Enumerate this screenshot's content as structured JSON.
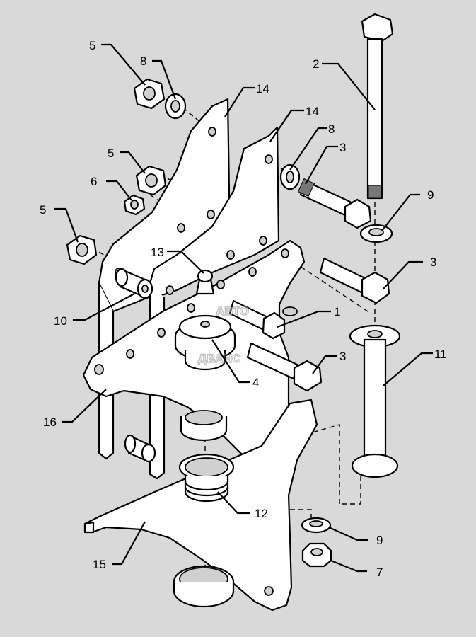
{
  "callouts": [
    {
      "id": "c-5a",
      "label": "5"
    },
    {
      "id": "c-8a",
      "label": "8"
    },
    {
      "id": "c-14a",
      "label": "14"
    },
    {
      "id": "c-14b",
      "label": "14"
    },
    {
      "id": "c-2",
      "label": "2"
    },
    {
      "id": "c-8b",
      "label": "8"
    },
    {
      "id": "c-3a",
      "label": "3"
    },
    {
      "id": "c-5b",
      "label": "5"
    },
    {
      "id": "c-6",
      "label": "6"
    },
    {
      "id": "c-9a",
      "label": "9"
    },
    {
      "id": "c-5c",
      "label": "5"
    },
    {
      "id": "c-13",
      "label": "13"
    },
    {
      "id": "c-3b",
      "label": "3"
    },
    {
      "id": "c-10",
      "label": "10"
    },
    {
      "id": "c-1",
      "label": "1"
    },
    {
      "id": "c-11",
      "label": "11"
    },
    {
      "id": "c-3c",
      "label": "3"
    },
    {
      "id": "c-4",
      "label": "4"
    },
    {
      "id": "c-16",
      "label": "16"
    },
    {
      "id": "c-12",
      "label": "12"
    },
    {
      "id": "c-9b",
      "label": "9"
    },
    {
      "id": "c-15",
      "label": "15"
    },
    {
      "id": "c-7",
      "label": "7"
    }
  ],
  "watermark": {
    "line1": "АВТО",
    "line2": "ДВАНС"
  }
}
